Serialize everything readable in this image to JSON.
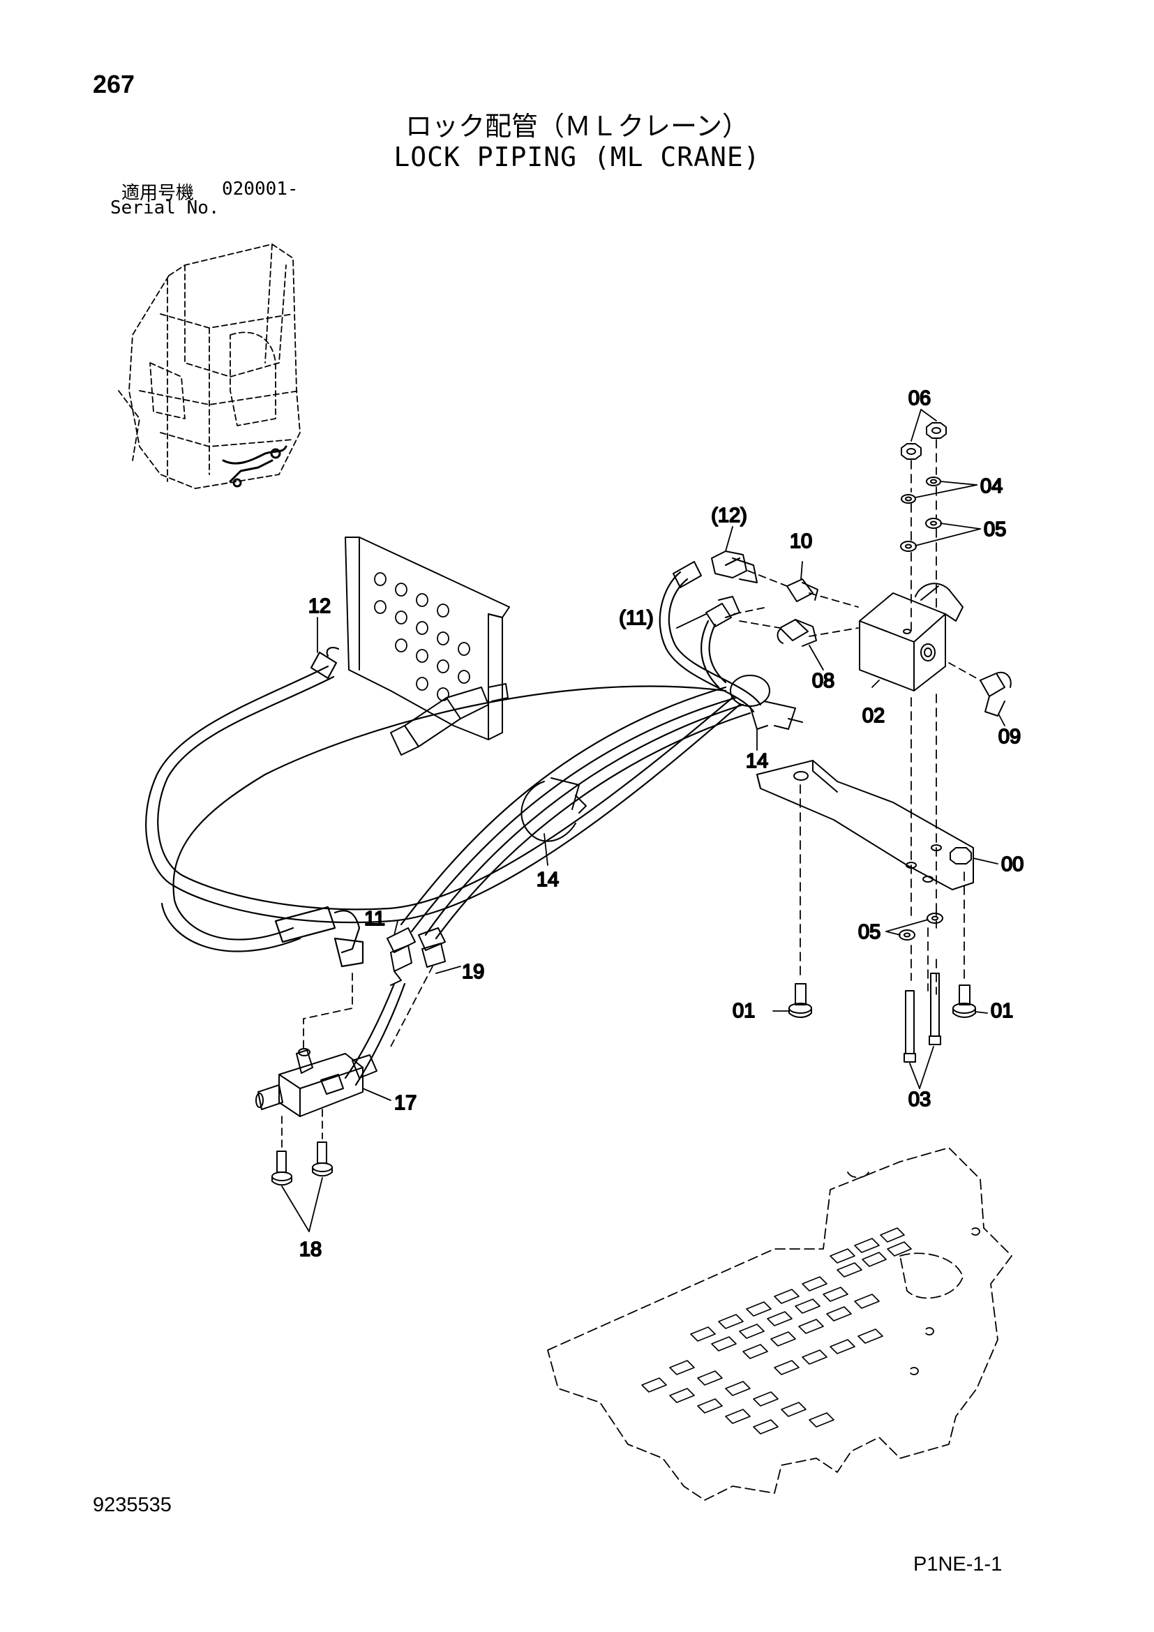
{
  "header": {
    "page_number": "267",
    "title_jp": "ロック配管（ＭＬクレーン）",
    "title_en": "LOCK PIPING (ML CRANE)",
    "serial_label_jp": "適用号機",
    "serial_value": "020001-",
    "serial_label_en": "Serial No."
  },
  "callouts": {
    "c06": "06",
    "c04": "04",
    "c05_top": "05",
    "c12_paren": "(12)",
    "c10": "10",
    "c11_paren": "(11)",
    "c12": "12",
    "c08": "08",
    "c02": "02",
    "c09": "09",
    "c14_top": "14",
    "c14_mid": "14",
    "c00": "00",
    "c11": "11",
    "c19": "19",
    "c05_bottom": "05",
    "c01_left": "01",
    "c01_right": "01",
    "c03": "03",
    "c17": "17",
    "c18": "18"
  },
  "footer": {
    "drawing_number": "9235535",
    "sheet_code": "P1NE-1-1"
  }
}
